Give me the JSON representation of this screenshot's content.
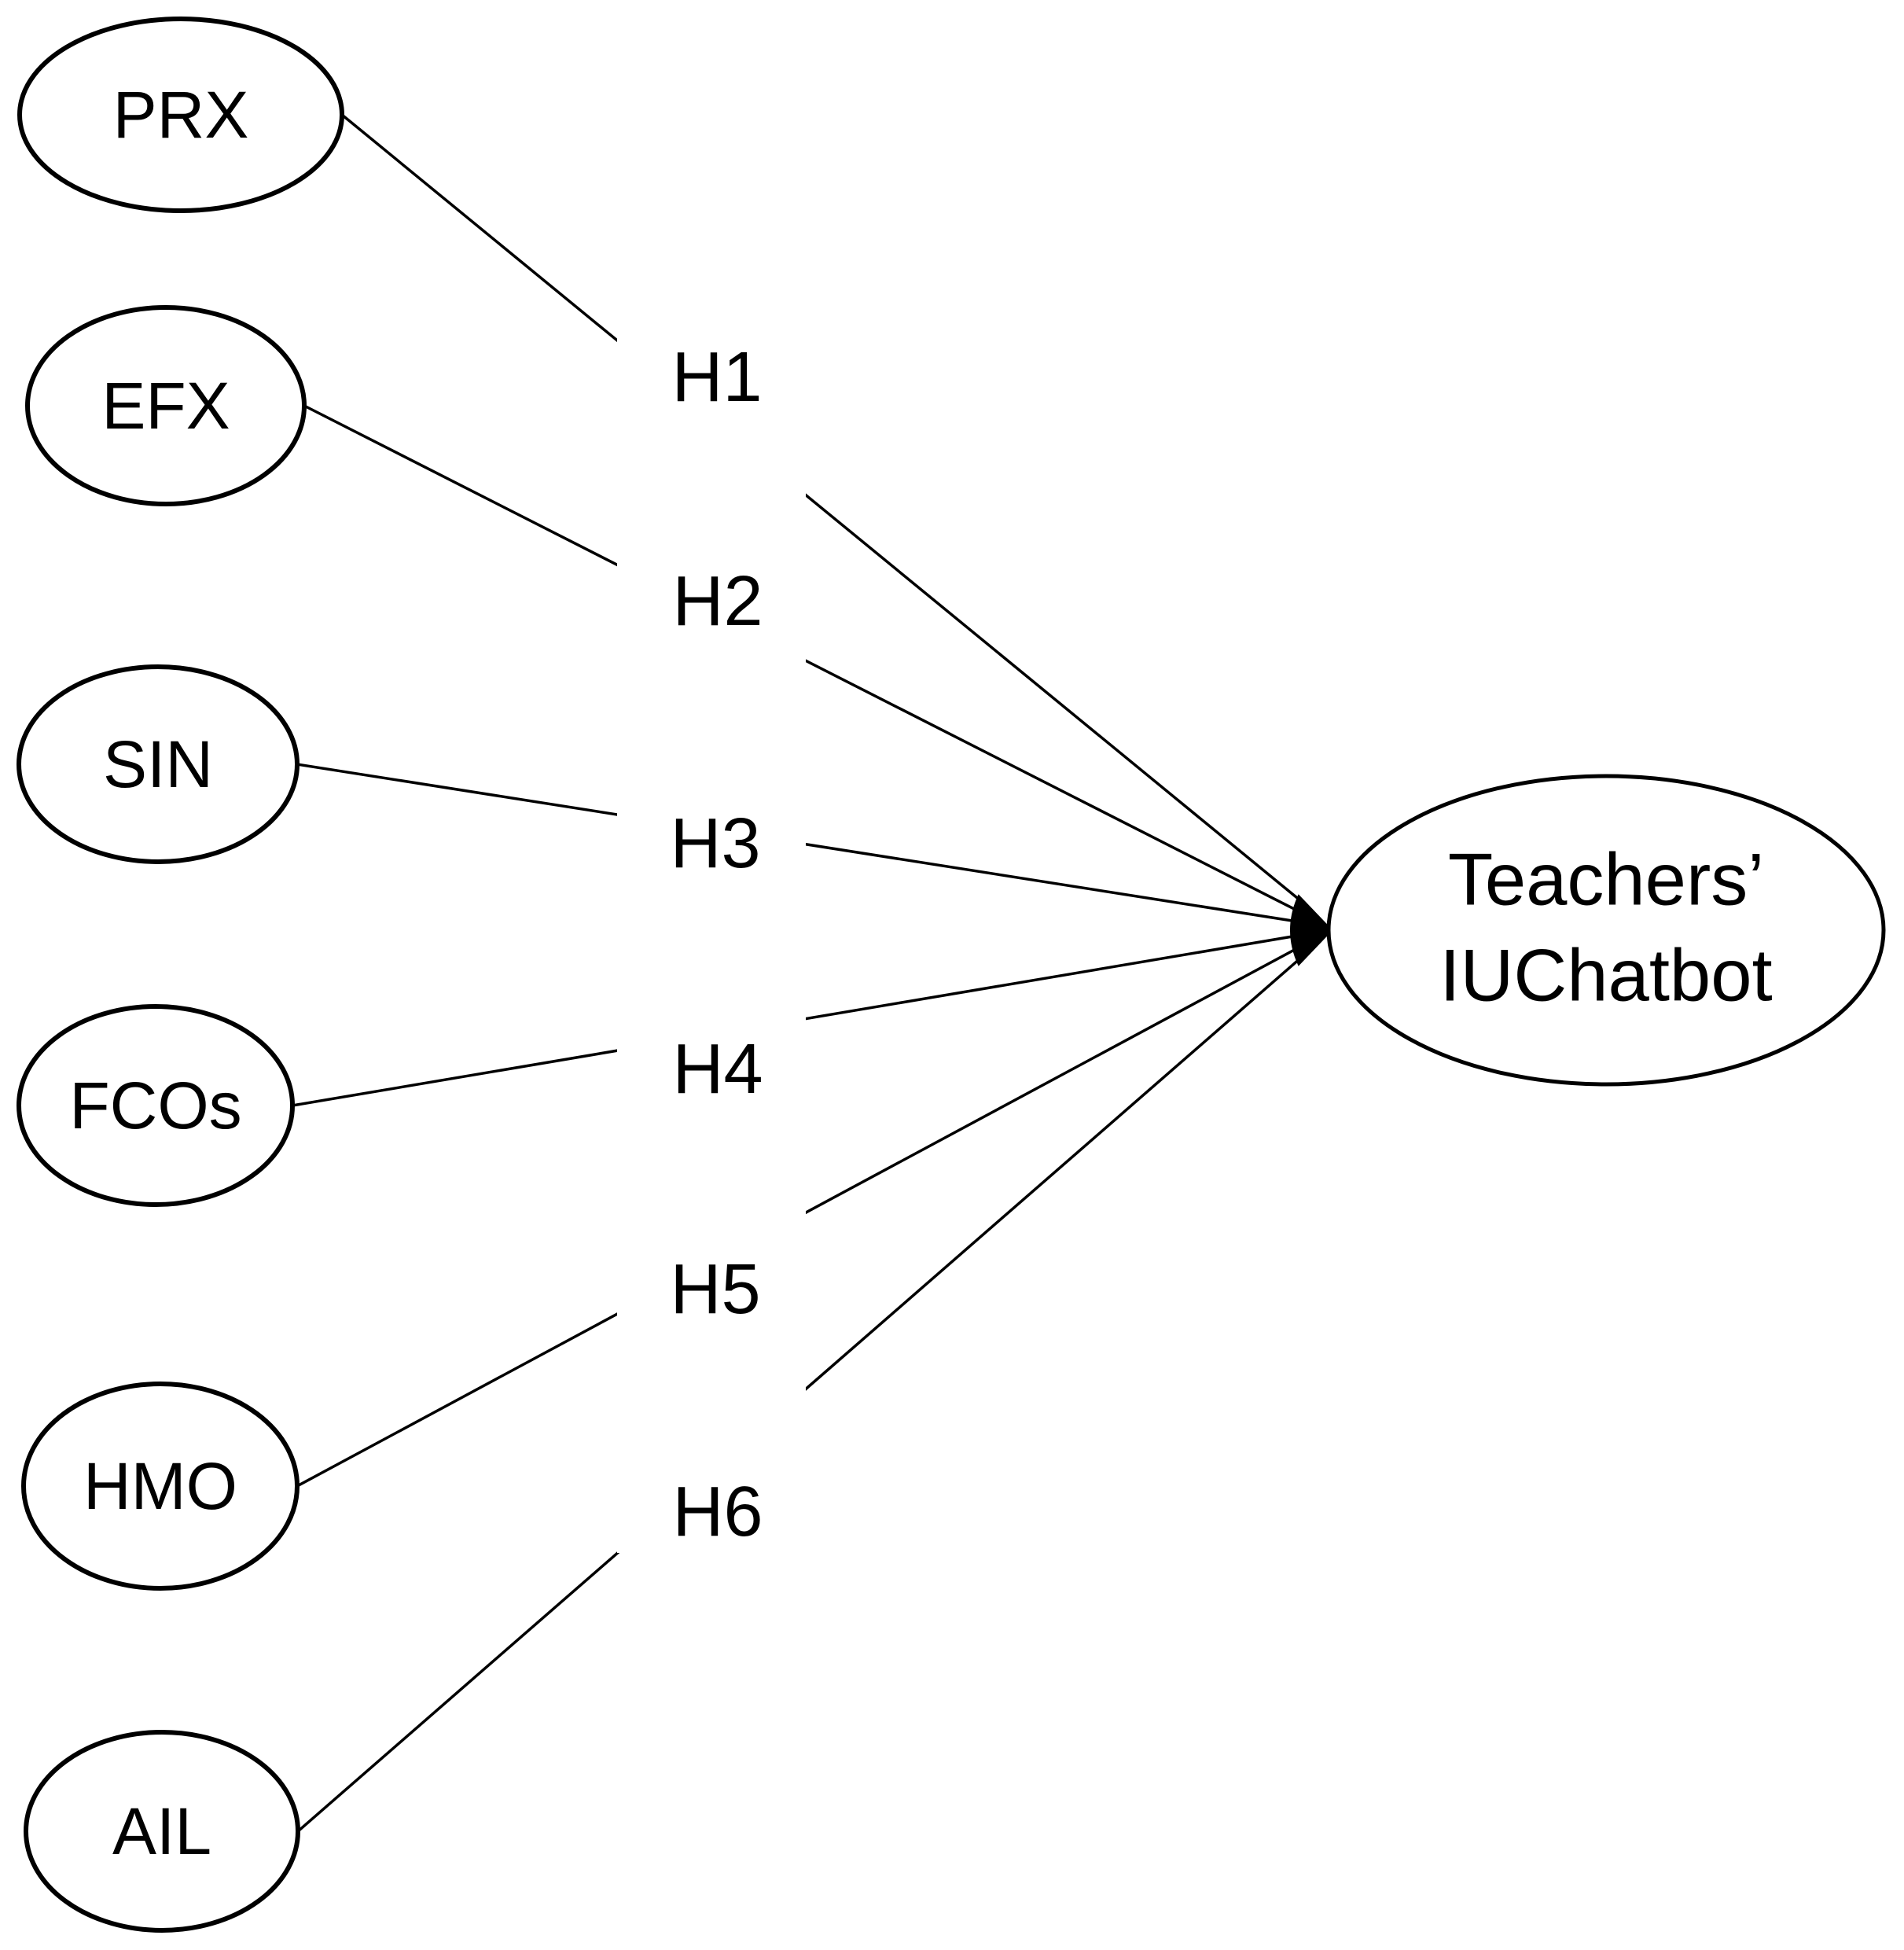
{
  "figure": {
    "type": "path-diagram",
    "colors": {
      "stroke": "#000000",
      "background": "#ffffff",
      "arrowhead_fill": "#000000"
    },
    "predictors": [
      {
        "id": "prx",
        "label": "PRX",
        "hypothesis": "H1"
      },
      {
        "id": "efx",
        "label": "EFX",
        "hypothesis": "H2"
      },
      {
        "id": "sin",
        "label": "SIN",
        "hypothesis": "H3"
      },
      {
        "id": "fcos",
        "label": "FCOs",
        "hypothesis": "H4"
      },
      {
        "id": "hmo",
        "label": "HMO",
        "hypothesis": "H5"
      },
      {
        "id": "ail",
        "label": "AIL",
        "hypothesis": "H6"
      }
    ],
    "outcome": {
      "id": "teachers-iuchatbot",
      "label_line1": "Teachers’",
      "label_line2": "IUChatbot"
    }
  }
}
